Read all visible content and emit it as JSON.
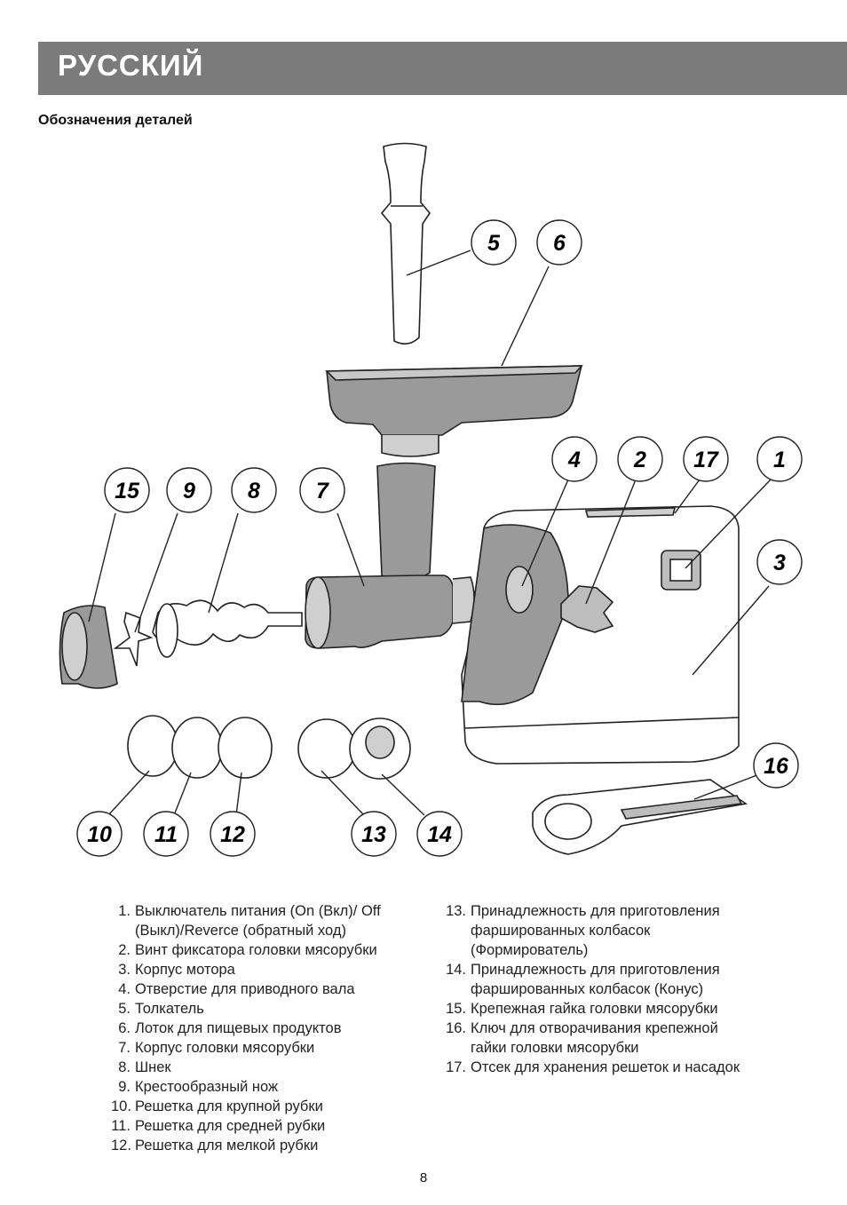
{
  "header": {
    "language": "РУССКИЙ"
  },
  "section_title": "Обозначения деталей",
  "callouts": [
    "1",
    "2",
    "3",
    "4",
    "5",
    "6",
    "7",
    "8",
    "9",
    "10",
    "11",
    "12",
    "13",
    "14",
    "15",
    "16",
    "17"
  ],
  "legend_left": [
    {
      "num": "1.",
      "text": "Выключатель питания  (On (Вкл)/ Off (Выкл)/Reverce (обратный ход)"
    },
    {
      "num": "2.",
      "text": "Винт фиксатора головки мясорубки"
    },
    {
      "num": "3.",
      "text": "Корпус мотора"
    },
    {
      "num": "4.",
      "text": "Отверстие для приводного вала"
    },
    {
      "num": "5.",
      "text": "Толкатель"
    },
    {
      "num": "6.",
      "text": "Лоток для пищевых продуктов"
    },
    {
      "num": "7.",
      "text": "Корпус головки мясорубки"
    },
    {
      "num": "8.",
      "text": "Шнек"
    },
    {
      "num": "9.",
      "text": "Крестообразный нож"
    },
    {
      "num": "10.",
      "text": "Решетка для крупной рубки"
    },
    {
      "num": "11.",
      "text": "Решетка для средней рубки"
    },
    {
      "num": "12.",
      "text": "Решетка для мелкой рубки"
    }
  ],
  "legend_right": [
    {
      "num": "13.",
      "text": "Принадлежность для приготовления фаршированных колбасок (Формирователь)"
    },
    {
      "num": "14.",
      "text": "Принадлежность для приготовления фаршированных колбасок (Конус)"
    },
    {
      "num": "15.",
      "text": "Крепежная гайка головки мясорубки"
    },
    {
      "num": "16.",
      "text": "Ключ для отворачивания крепежной гайки головки мясорубки"
    },
    {
      "num": "17.",
      "text": "Отсек для хранения решеток и насадок"
    }
  ],
  "page_number": "8"
}
